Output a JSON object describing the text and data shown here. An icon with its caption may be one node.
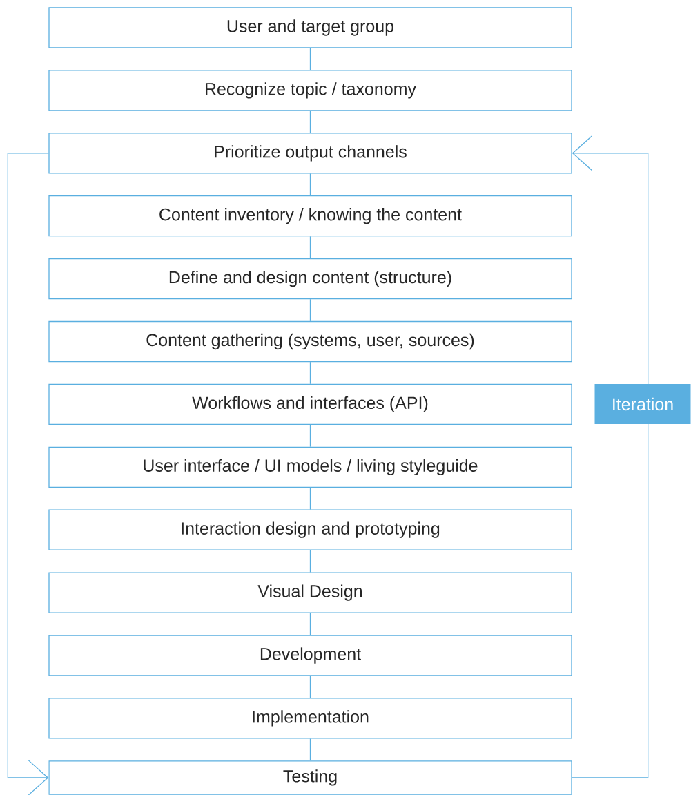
{
  "diagram": {
    "nodes": [
      {
        "text": [
          "User and target group"
        ]
      },
      {
        "text": [
          "Recognize topic / taxonomy"
        ]
      },
      {
        "text": [
          "Prioritize output channels"
        ]
      },
      {
        "text": [
          "Content inventory / knowing the content"
        ]
      },
      {
        "text": [
          "Define and design content (structure)"
        ]
      },
      {
        "text": [
          "Content gathering (systems, user, sources)"
        ]
      },
      {
        "text": [
          "Workflows and interfaces (API)"
        ]
      },
      {
        "text": [
          "User interface / UI models / living styleguide"
        ]
      },
      {
        "text": [
          "Interaction design and prototyping"
        ]
      },
      {
        "text": [
          "Visual Design"
        ]
      },
      {
        "text": [
          "Development"
        ]
      },
      {
        "text": [
          "Implementation"
        ]
      },
      {
        "text": [
          "Testing"
        ]
      }
    ],
    "edges": [
      {
        "from": 0,
        "to": 1,
        "arrow": "none"
      },
      {
        "from": 1,
        "to": 2,
        "arrow": "none"
      },
      {
        "from": 2,
        "to": 3,
        "arrow": "none"
      },
      {
        "from": 3,
        "to": 4,
        "arrow": "none"
      },
      {
        "from": 4,
        "to": 5,
        "arrow": "none"
      },
      {
        "from": 5,
        "to": 6,
        "arrow": "none"
      },
      {
        "from": 6,
        "to": 7,
        "arrow": "none"
      },
      {
        "from": 7,
        "to": 8,
        "arrow": "none"
      },
      {
        "from": 8,
        "to": 9,
        "arrow": "none"
      },
      {
        "from": 9,
        "to": 10,
        "arrow": "none"
      },
      {
        "from": 10,
        "to": 11,
        "arrow": "none"
      },
      {
        "from": 11,
        "to": 12,
        "arrow": "none"
      },
      {
        "from": 2,
        "to": 12,
        "arrow": "to"
      },
      {
        "from": 12,
        "to": 2,
        "arrow": "to",
        "label": "Iteration"
      }
    ]
  }
}
